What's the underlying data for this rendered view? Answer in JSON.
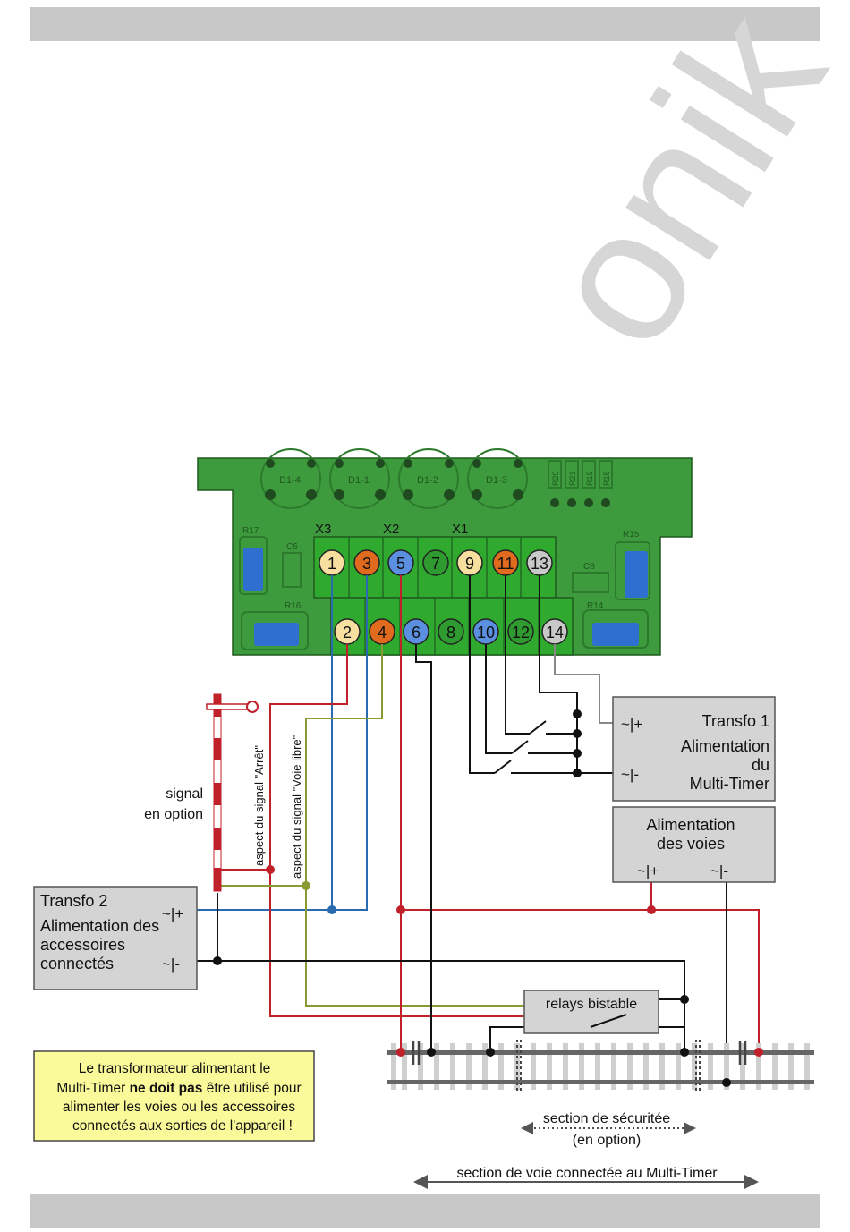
{
  "pcb": {
    "diodes": [
      "D1-4",
      "D1-1",
      "D1-2",
      "D1-3"
    ],
    "resistors_top": [
      "R20",
      "R21",
      "R19",
      "R18"
    ],
    "left_parts": [
      "R17",
      "C6",
      "R16"
    ],
    "right_parts": [
      "R15",
      "C8",
      "R14"
    ],
    "connectors": [
      "X3",
      "X2",
      "X1"
    ],
    "terminals_top": [
      "1",
      "3",
      "5",
      "7",
      "9",
      "11",
      "13"
    ],
    "terminals_bottom": [
      "2",
      "4",
      "6",
      "8",
      "10",
      "12",
      "14"
    ]
  },
  "transfo1": {
    "title": "Transfo 1",
    "line1": "Alimentation",
    "line2": "du",
    "line3": "Multi-Timer",
    "plus": "~|+",
    "minus": "~|-"
  },
  "alim_voies": {
    "line1": "Alimentation",
    "line2": "des voies",
    "plus": "~|+",
    "minus": "~|-"
  },
  "transfo2": {
    "title": "Transfo 2",
    "line1": "Alimentation des",
    "line2": "accessoires",
    "line3": "connectés",
    "plus": "~|+",
    "minus": "~|-"
  },
  "signal": {
    "line1": "signal",
    "line2": "en option"
  },
  "aspect_arret": "aspect du signal \"Arrêt\"",
  "aspect_voie_libre": "aspect du signal \"Voie libre\"",
  "relay": "relays bistable",
  "note": {
    "line1": "Le transformateur alimentant le",
    "line2_pre": "Multi-Timer ",
    "line2_bold": "ne doit pas",
    "line2_post": " être utilisé pour",
    "line3": "alimenter les voies ou les accessoires",
    "line4": "connectés aux sorties de l'appareil !"
  },
  "securite": {
    "line1": "section de sécuritée",
    "line2": "(en option)"
  },
  "section_voie": "section de voie connectée au Multi-Timer",
  "watermark": "onik",
  "colors": {
    "pcb": "#3d9a3d",
    "terminal_block": "#2faa2f",
    "yellow": "#f7dfa0",
    "orange": "#e06a1e",
    "blue": "#5b8fe0",
    "green": "#2f9a2f",
    "gray": "#c9c9c9",
    "box_fill": "#d4d4d4",
    "note_fill": "#fafa9a",
    "wire_red": "#c0202a",
    "wire_blue": "#2a6ab0",
    "wire_olive": "#8a9a30",
    "wire_black": "#111111"
  }
}
